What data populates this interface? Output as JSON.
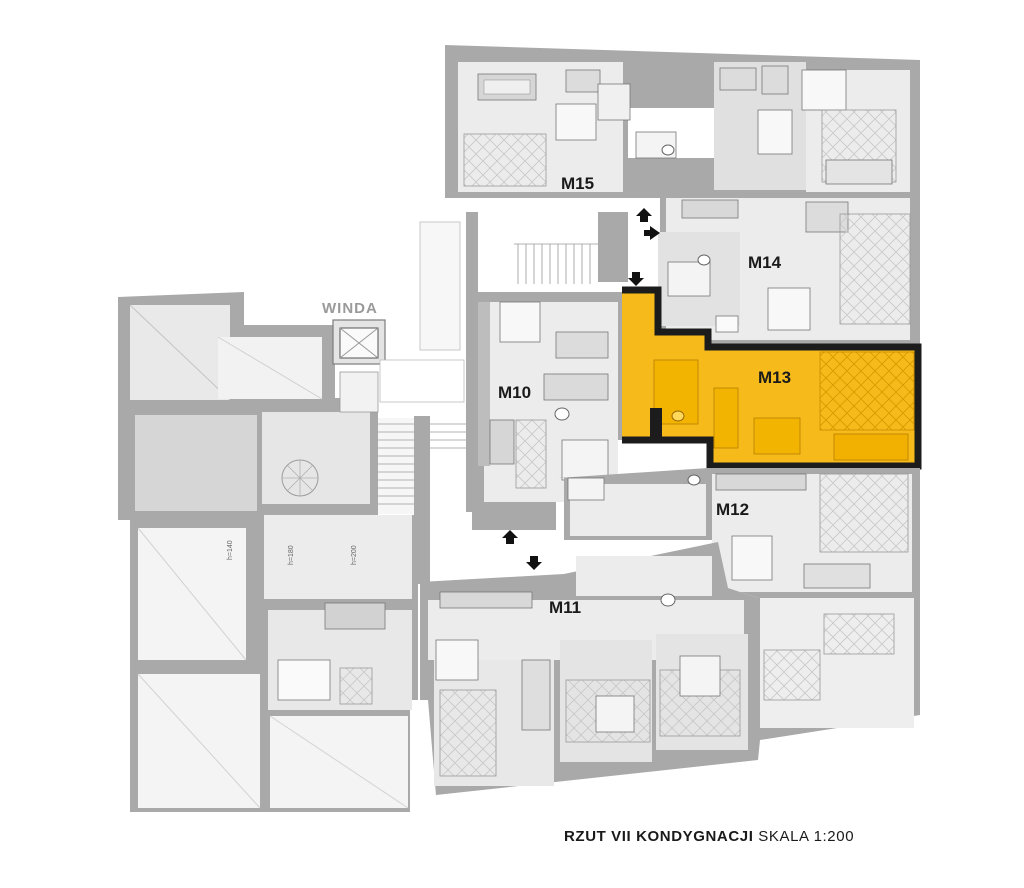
{
  "title_bold": "RZUT VII KONDYGNACJI",
  "title_scale": "SKALA 1:200",
  "elevator_label": "WINDA",
  "colors": {
    "highlight": "#f6bb1a",
    "wall": "#a9a9a9",
    "floor": "#eeeeee",
    "floor_dark": "#dcdcdc",
    "outline": "#1c1c1c"
  },
  "units": [
    {
      "id": "M10",
      "label": "M10",
      "highlighted": false
    },
    {
      "id": "M11",
      "label": "M11",
      "highlighted": false
    },
    {
      "id": "M12",
      "label": "M12",
      "highlighted": false
    },
    {
      "id": "M13",
      "label": "M13",
      "highlighted": true
    },
    {
      "id": "M14",
      "label": "M14",
      "highlighted": false
    },
    {
      "id": "M15",
      "label": "M15",
      "highlighted": false
    }
  ],
  "dimension_notes": [
    "h=140",
    "h=180",
    "h=200"
  ]
}
